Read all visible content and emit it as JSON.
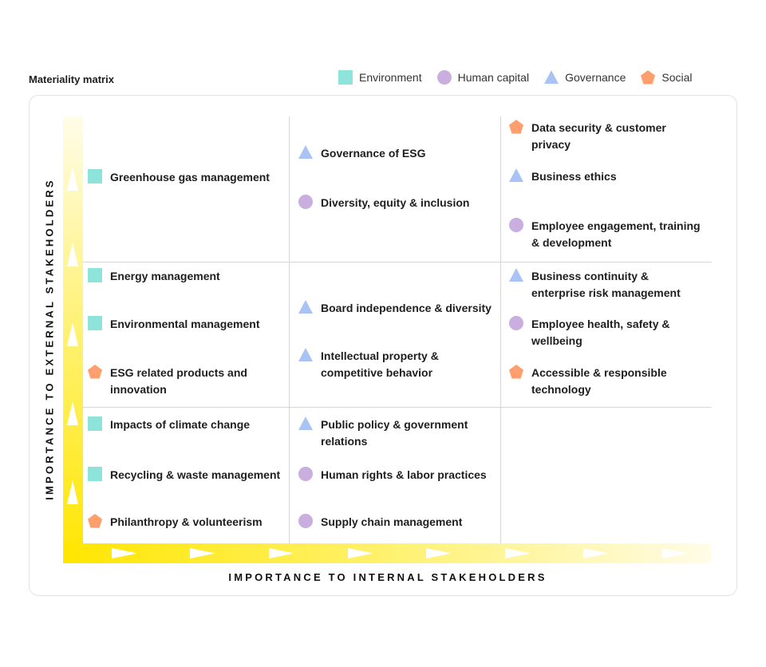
{
  "title": "Materiality matrix",
  "legend": {
    "environment": "Environment",
    "human_capital": "Human capital",
    "governance": "Governance",
    "social": "Social"
  },
  "colors": {
    "environment": "#8ee3da",
    "human_capital": "#c9aee0",
    "governance": "#a9c3f5",
    "social": "#ff9f6e",
    "axis_yellow": "#ffe600"
  },
  "axes": {
    "y_label": "IMPORTANCE TO EXTERNAL STAKEHOLDERS",
    "x_label": "IMPORTANCE TO INTERNAL STAKEHOLDERS"
  },
  "matrix": {
    "r1c1": [
      {
        "category": "environment",
        "label": "Greenhouse gas management"
      }
    ],
    "r1c2": [
      {
        "category": "governance",
        "label": "Governance of ESG"
      },
      {
        "category": "human_capital",
        "label": "Diversity, equity & inclusion"
      }
    ],
    "r1c3": [
      {
        "category": "social",
        "label": "Data security & customer privacy"
      },
      {
        "category": "governance",
        "label": "Business ethics"
      },
      {
        "category": "human_capital",
        "label": "Employee engagement, training & development"
      }
    ],
    "r2c1": [
      {
        "category": "environment",
        "label": "Energy management"
      },
      {
        "category": "environment",
        "label": "Environmental management"
      },
      {
        "category": "social",
        "label": "ESG related products and innovation"
      }
    ],
    "r2c2": [
      {
        "category": "governance",
        "label": "Board independence & diversity"
      },
      {
        "category": "governance",
        "label": "Intellectual property & competitive behavior"
      }
    ],
    "r2c3": [
      {
        "category": "governance",
        "label": "Business continuity & enterprise risk management"
      },
      {
        "category": "human_capital",
        "label": "Employee health, safety & wellbeing"
      },
      {
        "category": "social",
        "label": "Accessible & responsible technology"
      }
    ],
    "r3c1": [
      {
        "category": "environment",
        "label": "Impacts of climate change"
      },
      {
        "category": "environment",
        "label": "Recycling & waste management"
      },
      {
        "category": "social",
        "label": "Philanthropy & volunteerism"
      }
    ],
    "r3c2": [
      {
        "category": "governance",
        "label": "Public policy & government relations"
      },
      {
        "category": "human_capital",
        "label": "Human rights & labor practices"
      },
      {
        "category": "human_capital",
        "label": "Supply chain management"
      }
    ],
    "r3c3": []
  }
}
